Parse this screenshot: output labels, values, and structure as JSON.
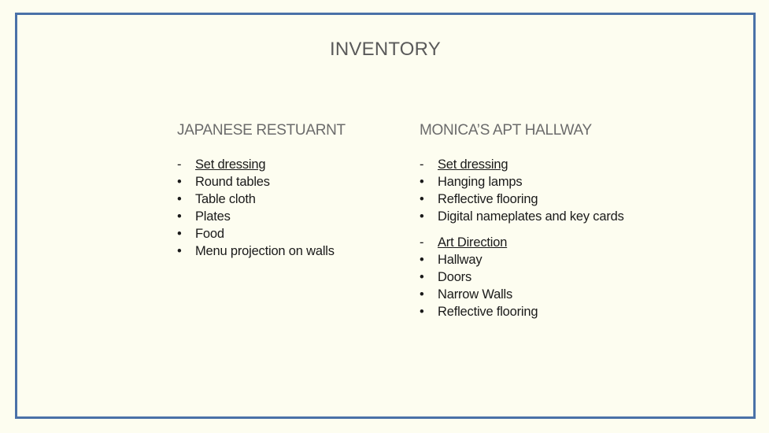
{
  "title": "INVENTORY",
  "left": {
    "heading": "JAPANESE RESTUARNT",
    "groups": [
      {
        "subheading": "Set dressing",
        "items": [
          "Round tables",
          "Table cloth",
          "Plates",
          "Food",
          "Menu projection on walls"
        ]
      }
    ]
  },
  "right": {
    "heading": "MONICA’S APT HALLWAY",
    "groups": [
      {
        "subheading": "Set dressing",
        "items": [
          "Hanging lamps",
          "Reflective flooring",
          "Digital nameplates and key cards"
        ]
      },
      {
        "subheading": "Art Direction",
        "items": [
          "Hallway",
          "Doors",
          "Narrow Walls",
          "Reflective flooring"
        ]
      }
    ]
  },
  "markers": {
    "dash": "-",
    "bullet": "•"
  }
}
